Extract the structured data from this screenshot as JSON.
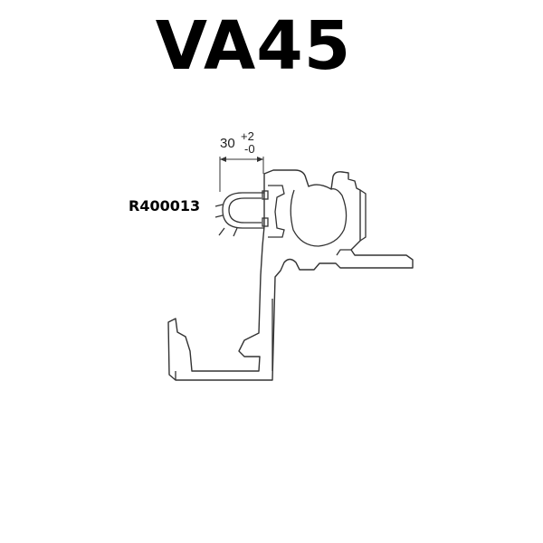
{
  "title": "VA45",
  "part_code": "R400013",
  "dimension": {
    "value": "30",
    "tolerance_upper": "+2",
    "tolerance_lower": "-0"
  },
  "colors": {
    "ink": "#000000",
    "line": "#333333"
  }
}
